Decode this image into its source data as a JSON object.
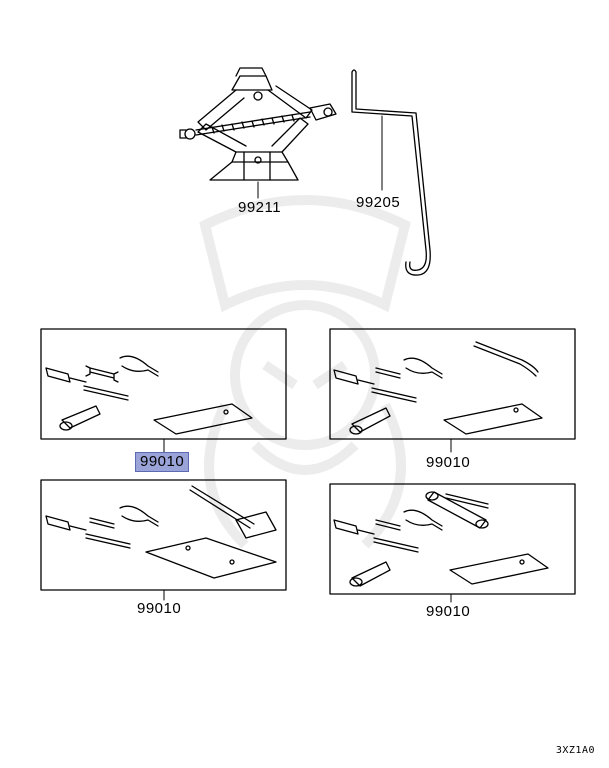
{
  "diagram_code": "3XZ1A0",
  "parts": {
    "jack": {
      "number": "99211"
    },
    "jack_handle": {
      "number": "99205"
    },
    "tool_kit_1": {
      "number": "99010",
      "highlighted": true
    },
    "tool_kit_2": {
      "number": "99010"
    },
    "tool_kit_3": {
      "number": "99010"
    },
    "tool_kit_4": {
      "number": "99010"
    }
  },
  "colors": {
    "line": "#000000",
    "highlight_fill": "#9aa4d8",
    "highlight_border": "#5c6ab3",
    "watermark": "#000000"
  }
}
